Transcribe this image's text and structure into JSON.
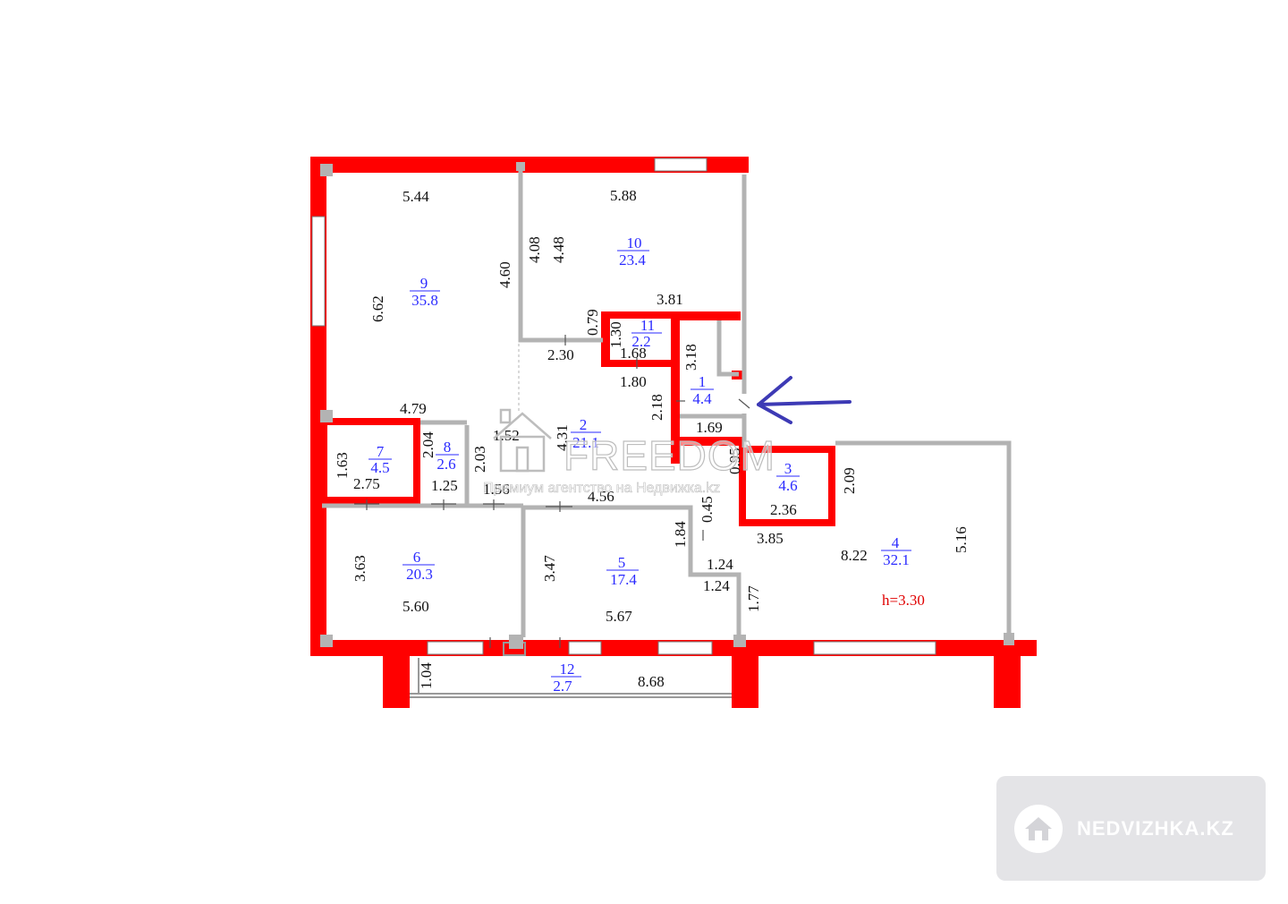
{
  "rooms": [
    {
      "id": "room-9",
      "number": "9",
      "area": "35.8"
    },
    {
      "id": "room-10",
      "number": "10",
      "area": "23.4"
    },
    {
      "id": "room-11",
      "number": "11",
      "area": "2.2"
    },
    {
      "id": "room-1",
      "number": "1",
      "area": "4.4"
    },
    {
      "id": "room-2",
      "number": "2",
      "area": "21.1"
    },
    {
      "id": "room-7",
      "number": "7",
      "area": "4.5"
    },
    {
      "id": "room-8",
      "number": "8",
      "area": "2.6"
    },
    {
      "id": "room-3",
      "number": "3",
      "area": "4.6"
    },
    {
      "id": "room-4",
      "number": "4",
      "area": "32.1"
    },
    {
      "id": "room-6",
      "number": "6",
      "area": "20.3"
    },
    {
      "id": "room-5",
      "number": "5",
      "area": "17.4"
    },
    {
      "id": "room-12",
      "number": "12",
      "area": "2.7"
    }
  ],
  "dimensions": [
    "5.44",
    "5.88",
    "4.08",
    "4.48",
    "4.60",
    "6.62",
    "3.81",
    "0.79",
    "1.30",
    "1.68",
    "2.30",
    "1.80",
    "3.18",
    "2.18",
    "1.69",
    "4.79",
    "2.04",
    "2.03",
    "1.52",
    "4.31",
    "1.63",
    "2.75",
    "1.25",
    "1.56",
    "4.56",
    "0.95",
    "2.36",
    "2.09",
    "0.45",
    "1.84",
    "3.85",
    "8.22",
    "5.16",
    "1.24",
    "1.24",
    "1.77",
    "3.63",
    "5.60",
    "3.47",
    "5.67",
    "1.04",
    "8.68"
  ],
  "ceiling_height": "h=3.30",
  "watermark": {
    "title": "FREEDOM",
    "subtitle": "Премиум агентство на Недвижка.kz"
  },
  "brand": {
    "text": "NEDVIZHKA.KZ",
    "icon": "house-icon"
  },
  "colors": {
    "wall": "#ff0000",
    "partition": "#b3b3b3",
    "room_label": "#2a2aff",
    "arrow": "#3d3ab5",
    "height_note": "#e00000",
    "brand_bg": "#e4e4e7"
  }
}
